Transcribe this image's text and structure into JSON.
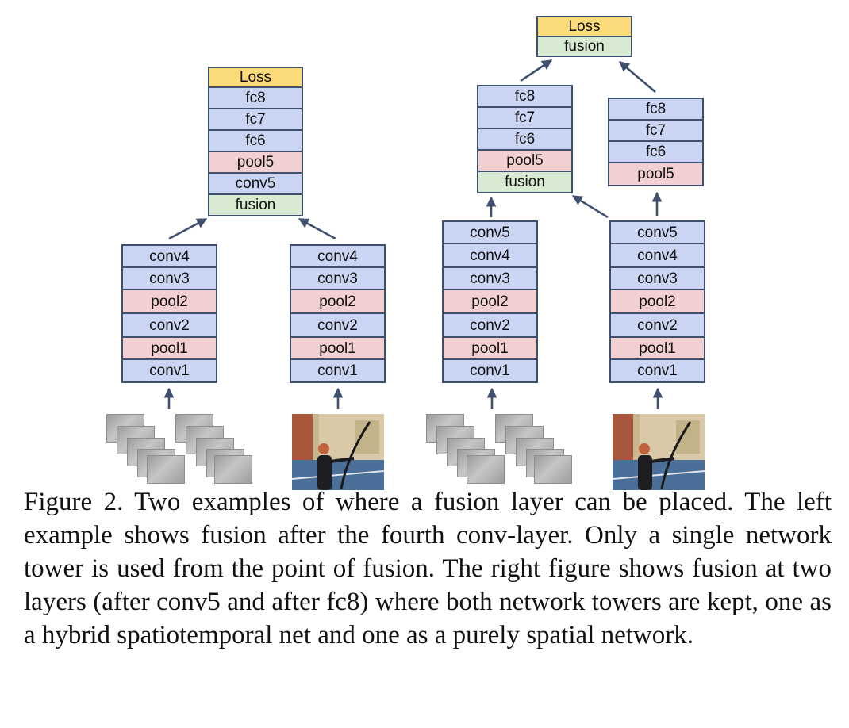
{
  "figure": {
    "caption": "Figure 2. Two examples of where a fusion layer can be placed. The left example shows fusion after the fourth conv-layer. Only a single network tower is used from the point of fusion. The right figure shows fusion at two layers (after conv5 and after fc8) where both network towers are kept, one as a hybrid spatiotemporal net and one as a purely spatial network.",
    "layer_colors": {
      "conv": "#c9d5f2",
      "pool": "#f2cfd0",
      "fusion": "#d9ead3",
      "loss": "#fbdb7a",
      "border": "#3f506e"
    },
    "left_example": {
      "temporal_tower": [
        "conv4",
        "conv3",
        "pool2",
        "conv2",
        "pool1",
        "conv1"
      ],
      "spatial_tower": [
        "conv4",
        "conv3",
        "pool2",
        "conv2",
        "pool1",
        "conv1"
      ],
      "fused_tower": [
        "Loss",
        "fc8",
        "fc7",
        "fc6",
        "pool5",
        "conv5",
        "fusion"
      ]
    },
    "right_example": {
      "top": [
        "Loss",
        "fusion"
      ],
      "temporal_upper": [
        "fc8",
        "fc7",
        "fc6",
        "pool5",
        "fusion"
      ],
      "spatial_upper": [
        "fc8",
        "fc7",
        "fc6",
        "pool5"
      ],
      "temporal_lower": [
        "conv5",
        "conv4",
        "conv3",
        "pool2",
        "conv2",
        "pool1",
        "conv1"
      ],
      "spatial_lower": [
        "conv5",
        "conv4",
        "conv3",
        "pool2",
        "conv2",
        "pool1",
        "conv1"
      ]
    },
    "inputs": {
      "temporal_input": "optical-flow-frames",
      "spatial_input": "rgb-frame-archer"
    }
  }
}
